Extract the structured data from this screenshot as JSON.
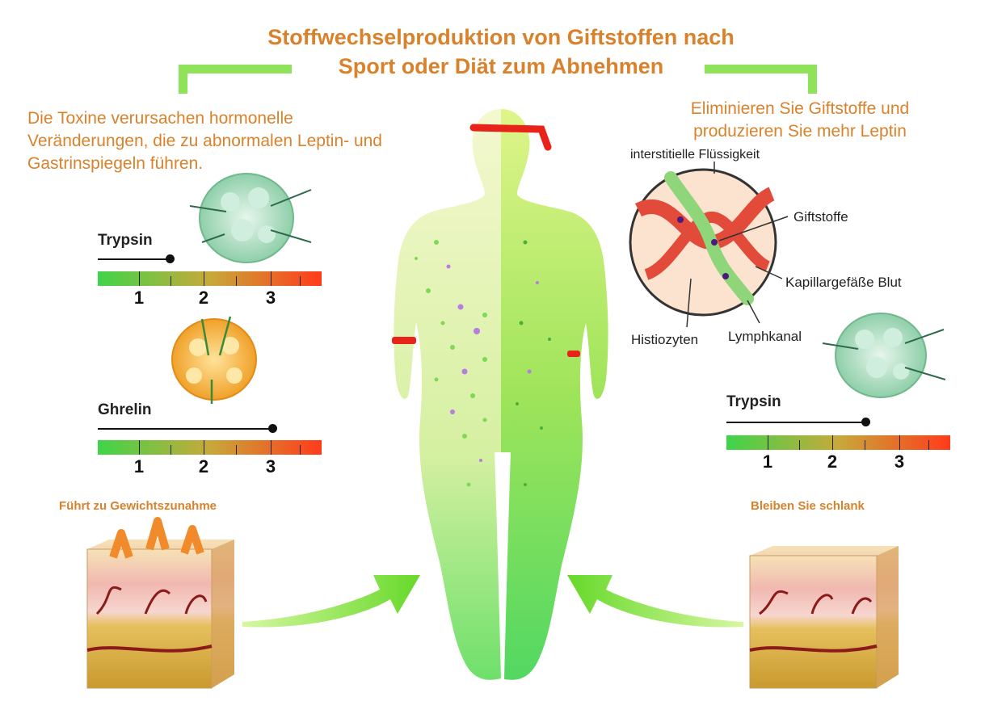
{
  "title": {
    "line1": "Stoffwechselproduktion von Giftstoffen nach",
    "line2": "Sport oder Diät zum Abnehmen"
  },
  "left": {
    "description": [
      "Die Toxine verursachen hormonelle",
      "Veränderungen, die zu abnormalen Leptin- und",
      "Gastrinspiegeln führen."
    ],
    "meter_trypsin": {
      "label": "Trypsin",
      "ticks": [
        "1",
        "2",
        "3"
      ],
      "level": 0.32
    },
    "meter_ghrelin": {
      "label": "Ghrelin",
      "ticks": [
        "1",
        "2",
        "3"
      ],
      "level": 0.78
    },
    "caption": "Führt zu Gewichtszunahme"
  },
  "right": {
    "description": [
      "Eliminieren Sie Giftstoffe und",
      "produzieren Sie mehr Leptin"
    ],
    "diagram_labels": {
      "interstitial": "interstitielle Flüssigkeit",
      "toxins": "Giftstoffe",
      "capillary": "Kapillargefäße Blut",
      "histiocytes": "Histiozyten",
      "lymph": "Lymphkanal"
    },
    "meter_trypsin": {
      "label": "Trypsin",
      "ticks": [
        "1",
        "2",
        "3"
      ],
      "level": 0.62
    },
    "caption": "Bleiben Sie schlank"
  },
  "colors": {
    "accent_orange": "#d9822b",
    "bracket_green": "#8fe35a",
    "meter_start": "#3fd44a",
    "meter_mid": "#c7a93a",
    "meter_end": "#ff3b1a",
    "band_red": "#e8231a"
  }
}
